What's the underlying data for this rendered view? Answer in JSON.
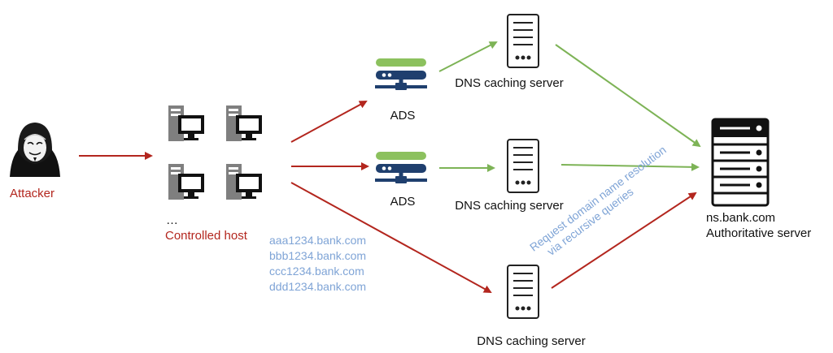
{
  "nodes": {
    "attacker": "Attacker",
    "ellipsis": "…",
    "controlled_host": "Controlled host",
    "ads_top": "ADS",
    "ads_middle": "ADS",
    "dns_top": "DNS caching server",
    "dns_middle": "DNS caching server",
    "dns_bottom": "DNS caching server",
    "auth_name": "ns.bank.com",
    "auth_role": "Authoritative server"
  },
  "domains": [
    "aaa1234.bank.com",
    "bbb1234.bank.com",
    "ccc1234.bank.com",
    "ddd1234.bank.com"
  ],
  "annotation": [
    "Request domain name resolution",
    "via recursive queries"
  ],
  "colors": {
    "attack_arrow": "#b3261e",
    "recursive_arrow": "#7db356",
    "annotation_text": "#7fa4d6",
    "ads_green": "#8cc15e",
    "ads_blue": "#1f3f6e",
    "server_gray": "#7f7f7f",
    "monitor_black": "#111111"
  },
  "icons": {
    "attacker": "hooded-attacker-icon",
    "host": "desktop-computer-icon",
    "ads": "ads-appliance-icon",
    "dns": "server-tower-icon",
    "auth": "rack-server-icon"
  }
}
